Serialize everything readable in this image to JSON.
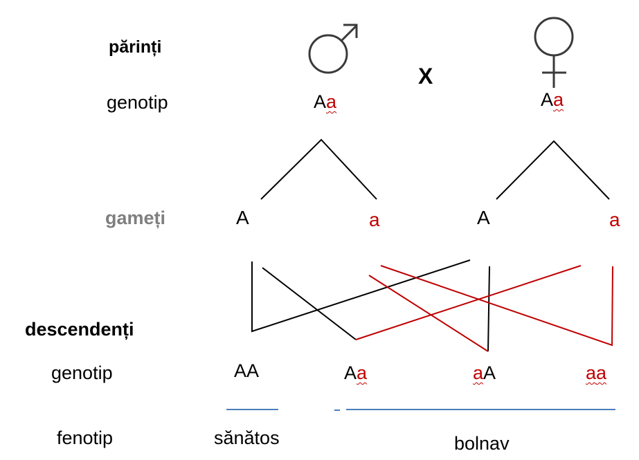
{
  "rows": {
    "parents": "părinți",
    "genotype1": "genotip",
    "gametes": "gameți",
    "offspring": "descendenți",
    "genotype2": "genotip",
    "phenotype": "fenotip"
  },
  "cross_symbol": "X",
  "parents": {
    "male": {
      "symbol": "male-symbol",
      "dominant": "A",
      "recessive": "a"
    },
    "female": {
      "symbol": "female-symbol",
      "dominant": "A",
      "recessive": "a"
    }
  },
  "gametes": {
    "male_dominant": "A",
    "male_recessive": "a",
    "female_dominant": "A",
    "female_recessive": "a"
  },
  "offspring": [
    {
      "first": "A",
      "second": "A"
    },
    {
      "first": "A",
      "second": "a"
    },
    {
      "first": "a",
      "second": "A"
    },
    {
      "first": "a",
      "second": "a"
    }
  ],
  "phenotypes": {
    "healthy": "sănătos",
    "sick": "bolnav"
  },
  "colors": {
    "recessive": "#c00000",
    "dominant": "#000000",
    "phenotype_line": "#4a7ebb",
    "label_grey": "#7f7f7f"
  }
}
